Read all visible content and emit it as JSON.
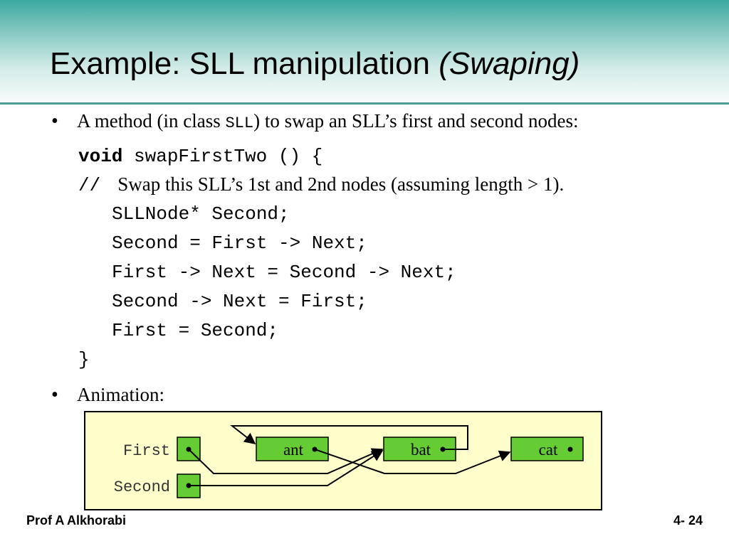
{
  "slide": {
    "title_main": "Example: SLL manipulation ",
    "title_italic": "(Swaping)",
    "bullets": [
      {
        "symbol": "•",
        "text_before": "A method (in class ",
        "code": "SLL",
        "text_after": ") to swap an SLL’s first and second nodes:"
      },
      {
        "symbol": "•",
        "text": "Animation:"
      }
    ],
    "code": {
      "signature_kw": "void",
      "signature_rest": " swapFirstTwo () {",
      "comment_marker": "//",
      "comment_text": "Swap this SLL’s 1st and 2nd nodes (assuming length > 1).",
      "lines": [
        "SLLNode* Second;",
        "Second = First -> Next;",
        "First -> Next = Second -> Next;",
        "Second -> Next = First;",
        "First = Second;"
      ],
      "closing": "}"
    },
    "diagram": {
      "pointer_labels": [
        "First",
        "Second"
      ],
      "nodes": [
        "ant",
        "bat",
        "cat"
      ],
      "colors": {
        "background": "#ffffcc",
        "node_fill": "#66cc33",
        "border": "#000000"
      }
    },
    "footer": {
      "author": "Prof A Alkhorabi",
      "page": "4- 24"
    }
  }
}
